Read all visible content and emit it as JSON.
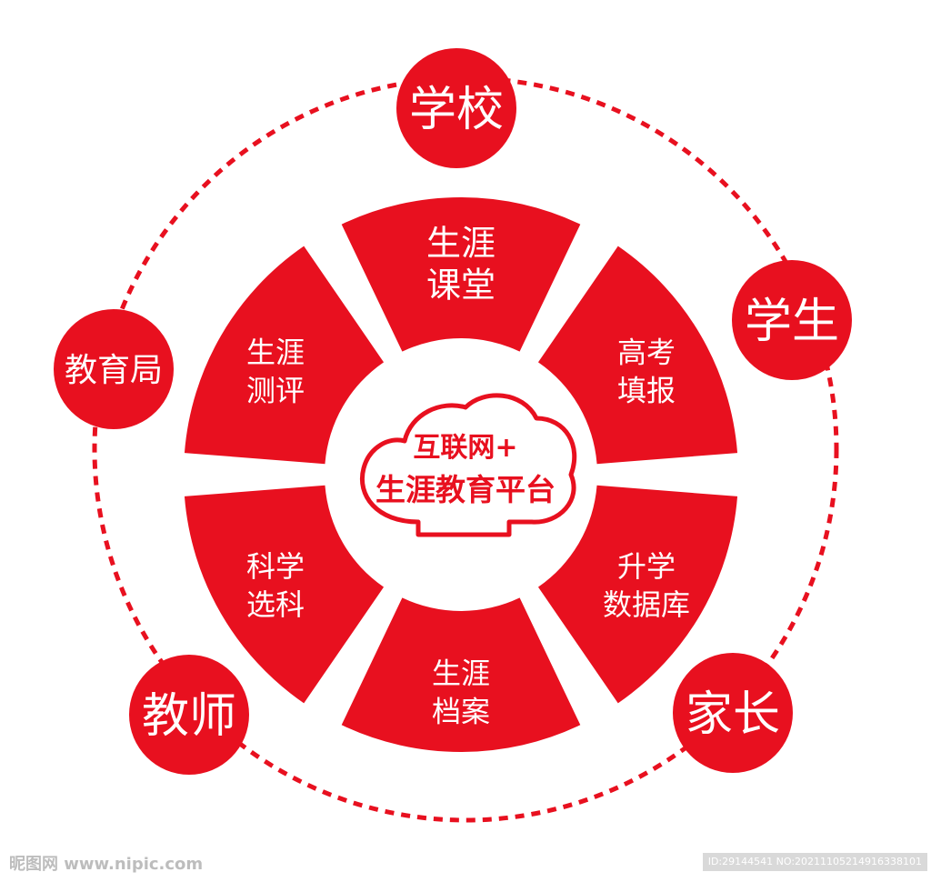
{
  "colors": {
    "primary_red": "#e8101f",
    "text_on_red": "#ffffff",
    "center_text": "#e8101f",
    "watermark": "#bdbdbd"
  },
  "center": {
    "line1": "互联网+",
    "line2": "生涯教育平台",
    "icon": "cloud-icon"
  },
  "segments": [
    {
      "line1": "生涯",
      "line2": "课堂"
    },
    {
      "line1": "高考",
      "line2": "填报"
    },
    {
      "line1": "升学",
      "line2": "数据库"
    },
    {
      "line1": "生涯",
      "line2": "档案"
    },
    {
      "line1": "科学",
      "line2": "选科"
    },
    {
      "line1": "生涯",
      "line2": "测评"
    }
  ],
  "stakeholders": {
    "school": "学校",
    "student": "学生",
    "parent": "家长",
    "teacher": "教师",
    "bureau": "教育局"
  },
  "watermark": {
    "left": "昵图网 www.nipic.com",
    "right": "ID:29144541 NO:20211105214916338101"
  }
}
